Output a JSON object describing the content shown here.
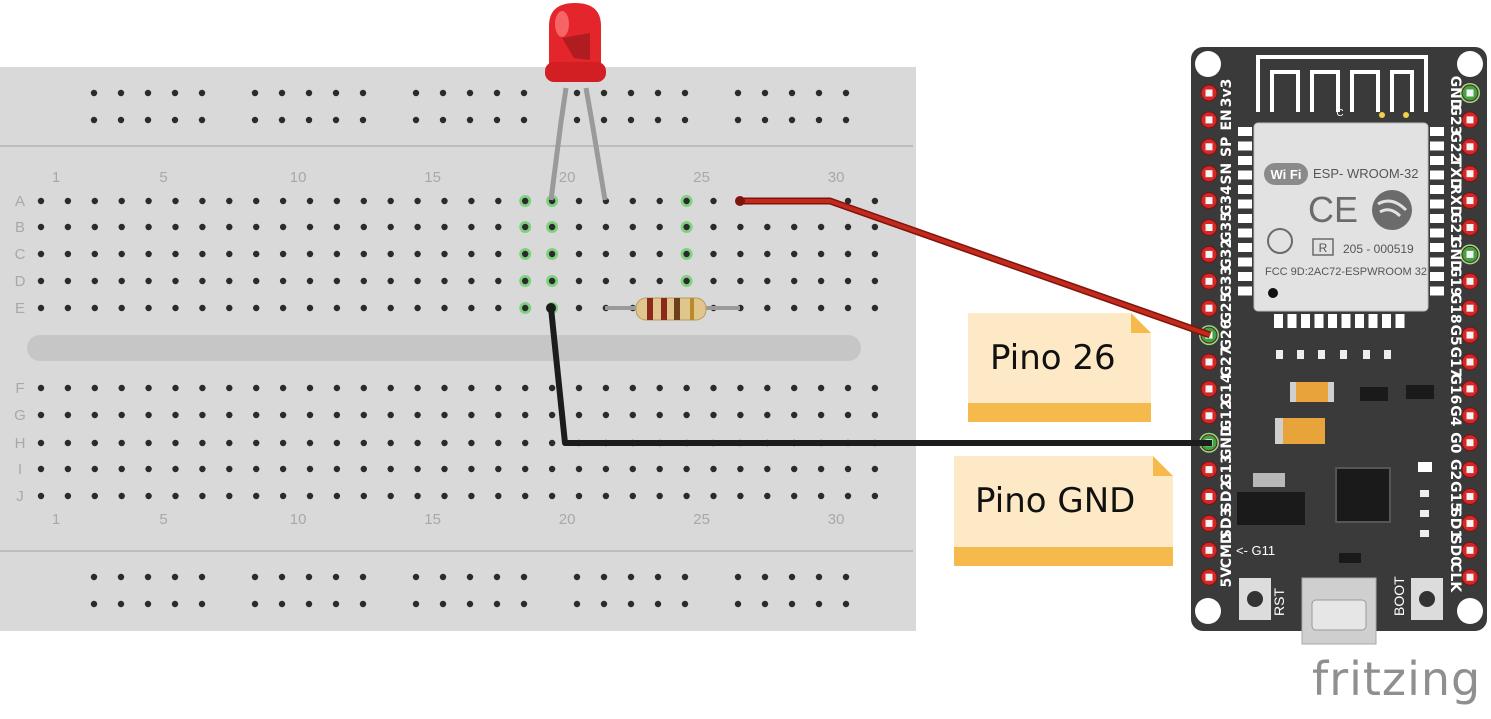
{
  "breadboard": {
    "column_numbers": [
      "1",
      "5",
      "10",
      "15",
      "20",
      "25",
      "30"
    ],
    "row_letters_top": [
      "A",
      "B",
      "C",
      "D",
      "E"
    ],
    "row_letters_bottom": [
      "F",
      "G",
      "H",
      "I",
      "J"
    ]
  },
  "board": {
    "module_name": "ESP- WROOM-32",
    "cert_code": "205 - 000519",
    "fcc_id": "FCC 9D:2AC72-ESPWROOM 32",
    "wifi_logo": "Wi Fi",
    "ce_mark": "CE",
    "c_mark": "C",
    "r_mark": "R",
    "rst_label": "RST",
    "boot_label": "BOOT",
    "g11_label": "<- G11",
    "left_pins": [
      "3v3",
      "EN",
      "SP",
      "SN",
      "G34",
      "G35",
      "G32",
      "G33",
      "G25",
      "G26",
      "G27",
      "G14",
      "G12",
      "GND",
      "G13",
      "SD2",
      "SD3",
      "CMD",
      "5V"
    ],
    "right_pins": [
      "GND",
      "G23",
      "G22",
      "TXD",
      "RXD",
      "G21",
      "GND",
      "G19",
      "G18",
      "G5",
      "G17",
      "G16",
      "G4",
      "G0",
      "G2",
      "G15",
      "SD1",
      "SD0",
      "CLK"
    ]
  },
  "notes": {
    "pin26": "Pino 26",
    "gnd": "Pino GND"
  },
  "brand": "fritzing",
  "colors": {
    "breadboard": "#d9d9d9",
    "hole": "#2b2b2b",
    "hole_active": "#7fd17f",
    "board": "#3a3a3a",
    "pin_red": "#d62626",
    "pin_green": "#3fa544",
    "wire_red": "#b81e12",
    "wire_black": "#1c1c1c",
    "led": "#e4252b",
    "note_bg": "#fde9c6",
    "note_band": "#f5b94c"
  }
}
